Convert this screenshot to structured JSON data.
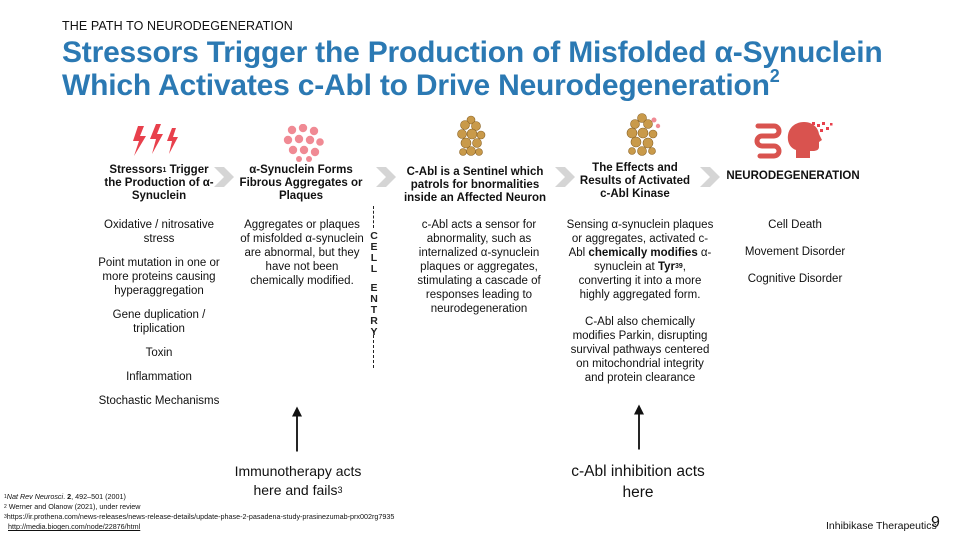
{
  "header": {
    "eyebrow": "THE PATH TO NEURODEGENERATION",
    "title_line1": "Stressors Trigger the Production of Misfolded α-Synuclein",
    "title_line2": "Which Activates c-Abl to Drive Neurodegeneration",
    "title_sup": "2"
  },
  "colors": {
    "title_blue": "#2b79b3",
    "lightning_red": "#e8404c",
    "aggregate_pink": "#f08a94",
    "chevron_gray": "#d5d5d5",
    "brain_red": "#d9534f"
  },
  "columns": [
    {
      "icon": "lightning-bolts-icon",
      "head_pre": "Stressors",
      "head_sup": "1",
      "head_post": " Trigger the Production of α-Synuclein",
      "items": [
        "Oxidative / nitrosative stress",
        "Point mutation in one or more proteins causing hyperaggregation",
        "Gene duplication / triplication",
        "Toxin",
        "Inflammation",
        "Stochastic Mechanisms"
      ]
    },
    {
      "icon": "protein-aggregates-icon",
      "head": "α-Synuclein Forms Fibrous Aggregates or Plaques",
      "items": [
        "Aggregates or plaques of misfolded α-synuclein are abnormal, but they have not been chemically modified."
      ]
    },
    {
      "icon": "c-abl-molecule-icon",
      "head": "C-Abl is a Sentinel which patrols for bnormalities inside an Affected Neuron",
      "items": [
        "c-Abl acts a sensor for abnormality, such as internalized α-synuclein plaques or aggregates, stimulating a cascade of responses leading to neurodegeneration"
      ]
    },
    {
      "icon": "activated-c-abl-kinase-icon",
      "head": "The Effects and Results of Activated c-Abl Kinase",
      "p1_a": "Sensing α-synuclein plaques or aggregates, activated c-Abl ",
      "p1_b": "chemically modifies",
      "p1_c": " α-synuclein at ",
      "p1_d": "Tyr",
      "p1_sup": "39",
      "p1_e": ", converting it into a more highly aggregated form.",
      "p2": "C-Abl also chemically modifies Parkin, disrupting survival pathways centered on mitochondrial integrity and protein clearance"
    },
    {
      "icon": "gut-brain-icon",
      "head": "NEURODEGENERATION",
      "items": [
        "Cell Death",
        "Movement Disorder",
        "Cognitive Disorder"
      ]
    }
  ],
  "cell_entry": "CELL ENTRY",
  "callouts": {
    "immunotherapy_pre": "Immunotherapy acts here and fails",
    "immunotherapy_sup": "3",
    "cabl": "c-Abl inhibition acts here"
  },
  "footnotes": {
    "f1_sup": "1",
    "f1_journal": "Nat Rev Neurosci",
    "f1_vol": "2",
    "f1_rest": ", 492–501 (2001)",
    "f2_sup": "2",
    "f2": " Werner and Olanow (2021), under review",
    "f3_sup": "3",
    "f3": "https://ir.prothena.com/news-releases/news-release-details/update-phase-2-pasadena-study-prasinezumab-prx002rg7935",
    "f4": "http://media.biogen.com/node/22876/html"
  },
  "brand": "Inhibikase Therapeutics",
  "page_number": "9"
}
